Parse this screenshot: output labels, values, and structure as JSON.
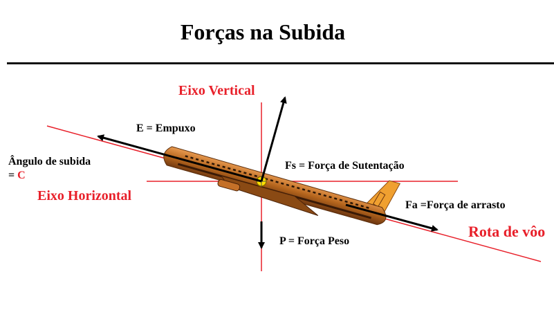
{
  "title": "Forças na Subida",
  "labels": {
    "vertical_axis": "Eixo Vertical",
    "horizontal_axis": "Eixo Horizontal",
    "flight_path": "Rota de vôo",
    "thrust": "E = Empuxo",
    "lift": "Fs = Força de Sutentação",
    "drag": "Fa =Força de arrasto",
    "weight": "P = Força Peso",
    "climb_angle_line1": "Ângulo de subida",
    "climb_angle_eq": "= ",
    "climb_angle_symbol": "C"
  },
  "colors": {
    "axis_red": "#e8202a",
    "airplane_body": "#b5651d",
    "airplane_tail": "#f0a030",
    "arrow": "#000000"
  }
}
